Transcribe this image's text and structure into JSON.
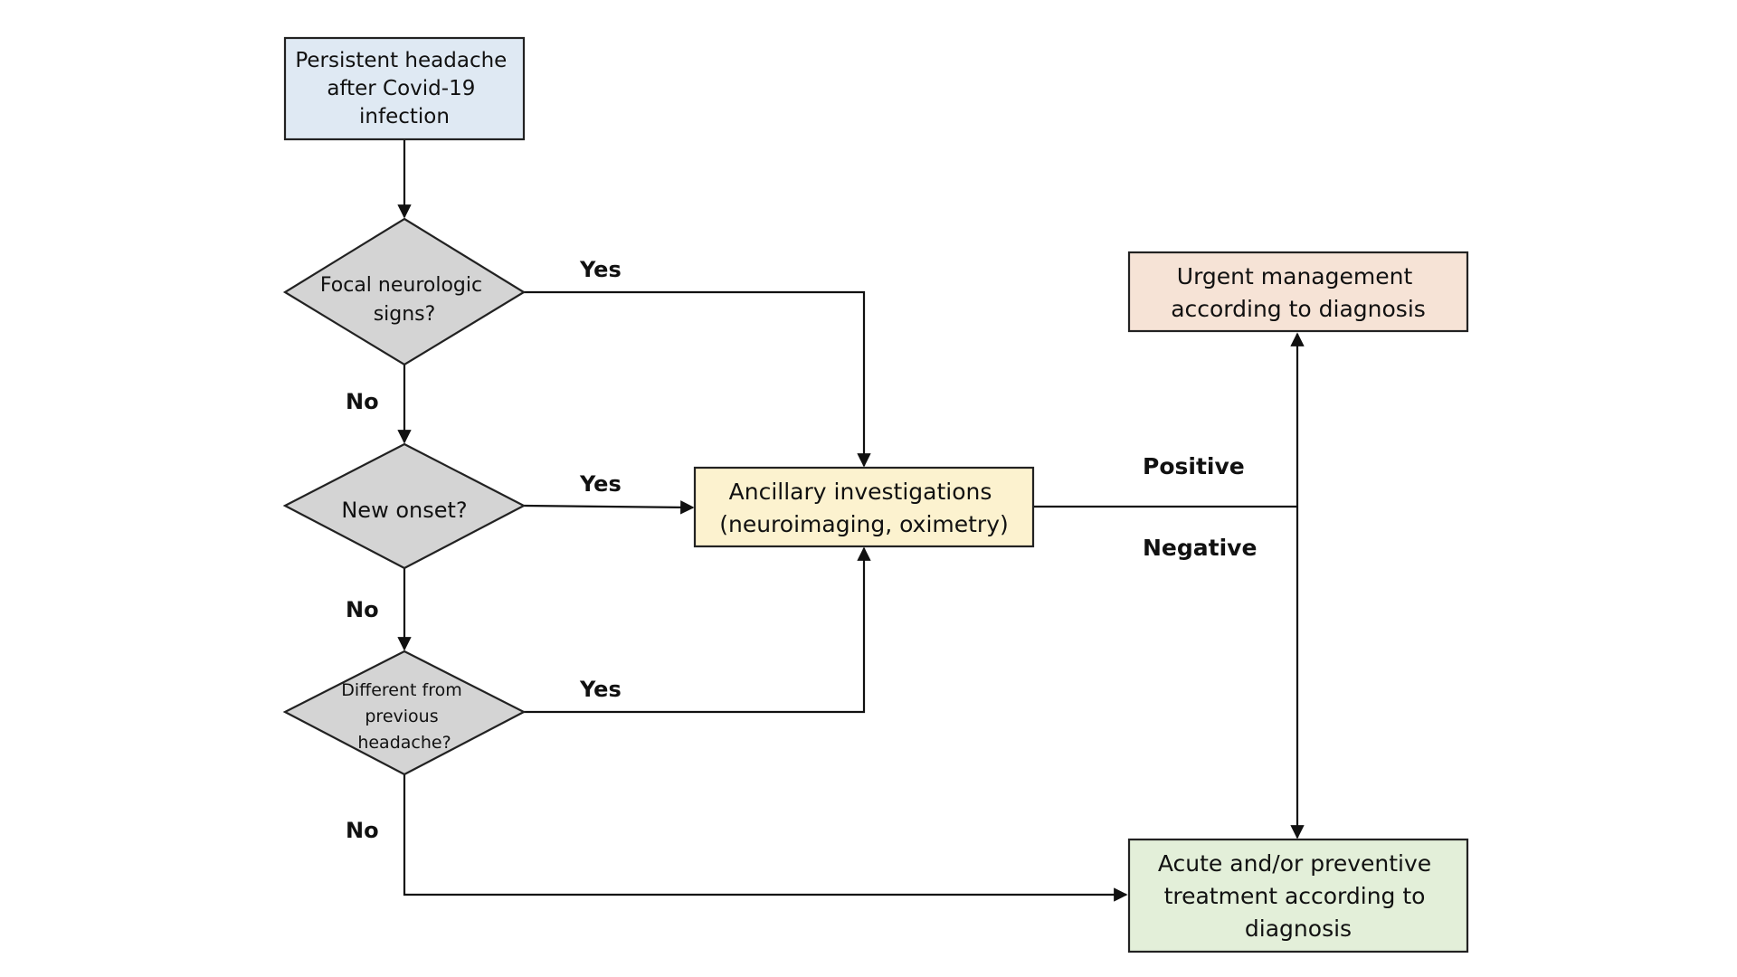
{
  "colors": {
    "start_fill": "#dfe9f3",
    "ancillary_fill": "#fcf2cf",
    "urgent_fill": "#f6e3d6",
    "treatment_fill": "#e3efd9",
    "decision_fill": "#d4d4d4",
    "stroke": "#222222"
  },
  "nodes": {
    "start": {
      "lines": [
        "Persistent headache",
        "after Covid-19",
        "infection"
      ]
    },
    "focal": {
      "lines": [
        "Focal neurologic",
        "signs?"
      ]
    },
    "new_onset": {
      "lines": [
        "New onset?"
      ]
    },
    "different": {
      "lines": [
        "Different from",
        "previous",
        "headache?"
      ]
    },
    "ancillary": {
      "lines": [
        "Ancillary investigations",
        "(neuroimaging, oximetry)"
      ]
    },
    "urgent": {
      "lines": [
        "Urgent management",
        "according to diagnosis"
      ]
    },
    "treatment": {
      "lines": [
        "Acute and/or preventive",
        "treatment according to",
        "diagnosis"
      ]
    }
  },
  "edge_labels": {
    "focal_yes": "Yes",
    "focal_no": "No",
    "new_onset_yes": "Yes",
    "new_onset_no": "No",
    "different_yes": "Yes",
    "different_no": "No",
    "positive": "Positive",
    "negative": "Negative"
  }
}
